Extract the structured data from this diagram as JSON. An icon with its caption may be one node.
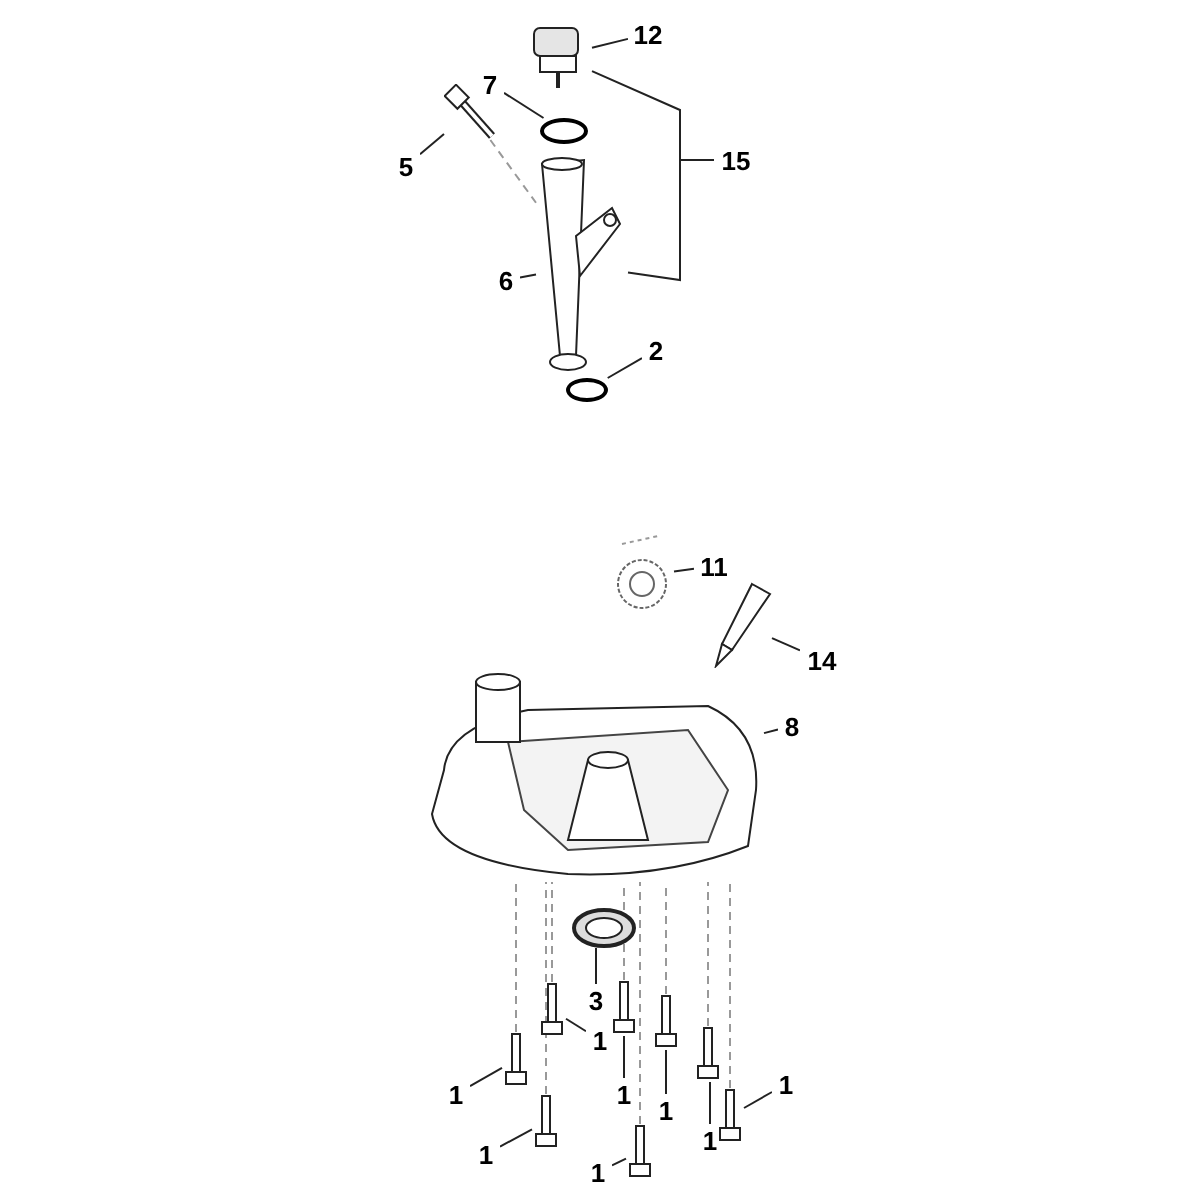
{
  "diagram": {
    "nodes": [
      {
        "text": [
          "12"
        ]
      },
      {
        "text": [],
        "shape": "picture"
      },
      {
        "text": [
          "7"
        ]
      },
      {
        "text": [],
        "shape": "circle"
      },
      {
        "text": [
          "5"
        ]
      },
      {
        "text": [],
        "shape": "picture"
      },
      {
        "text": [
          "15"
        ]
      },
      {
        "text": [
          "6"
        ]
      },
      {
        "text": [],
        "shape": "picture"
      },
      {
        "text": [
          "2"
        ]
      },
      {
        "text": [],
        "shape": "circle"
      },
      {
        "text": [
          "11"
        ]
      },
      {
        "text": [],
        "shape": "picture"
      },
      {
        "text": [
          "14"
        ]
      },
      {
        "text": [],
        "shape": "picture"
      },
      {
        "text": [
          "8"
        ]
      },
      {
        "text": [],
        "shape": "picture"
      },
      {
        "text": [
          "3"
        ]
      },
      {
        "text": [],
        "shape": "picture"
      },
      {
        "text": [
          "1"
        ]
      },
      {
        "text": [],
        "shape": "picture"
      },
      {
        "text": [
          "1"
        ]
      },
      {
        "text": [],
        "shape": "picture"
      },
      {
        "text": [
          "1"
        ]
      },
      {
        "text": [],
        "shape": "picture"
      },
      {
        "text": [
          "1"
        ]
      },
      {
        "text": [],
        "shape": "picture"
      },
      {
        "text": [
          "1"
        ]
      },
      {
        "text": [],
        "shape": "picture"
      },
      {
        "text": [
          "1"
        ]
      },
      {
        "text": [],
        "shape": "picture"
      },
      {
        "text": [
          "1"
        ]
      },
      {
        "text": [],
        "shape": "picture"
      },
      {
        "text": [
          "1"
        ]
      },
      {
        "text": [],
        "shape": "picture"
      }
    ],
    "edges": [
      {
        "from": 0,
        "to": 1,
        "arrow": "none"
      },
      {
        "from": 2,
        "to": 3,
        "arrow": "none"
      },
      {
        "from": 4,
        "to": 5,
        "arrow": "none"
      },
      {
        "from": 6,
        "to": 1,
        "arrow": "none"
      },
      {
        "from": 6,
        "to": 8,
        "arrow": "none"
      },
      {
        "from": 7,
        "to": 8,
        "arrow": "none"
      },
      {
        "from": 9,
        "to": 10,
        "arrow": "none"
      },
      {
        "from": 11,
        "to": 12,
        "arrow": "none"
      },
      {
        "from": 13,
        "to": 14,
        "arrow": "none"
      },
      {
        "from": 15,
        "to": 16,
        "arrow": "none"
      },
      {
        "from": 17,
        "to": 18,
        "arrow": "none"
      },
      {
        "from": 19,
        "to": 20,
        "arrow": "none"
      },
      {
        "from": 21,
        "to": 22,
        "arrow": "none"
      },
      {
        "from": 23,
        "to": 24,
        "arrow": "none"
      },
      {
        "from": 25,
        "to": 26,
        "arrow": "none"
      },
      {
        "from": 27,
        "to": 28,
        "arrow": "none"
      },
      {
        "from": 29,
        "to": 30,
        "arrow": "none"
      },
      {
        "from": 31,
        "to": 32,
        "arrow": "none"
      },
      {
        "from": 33,
        "to": 34,
        "arrow": "none"
      },
      {
        "from": 5,
        "to": 8,
        "arrow": "none",
        "style": "dashed",
        "color": "#999999"
      },
      {
        "from": 20,
        "to": 16,
        "arrow": "none",
        "style": "dashed",
        "color": "#999999"
      },
      {
        "from": 22,
        "to": 16,
        "arrow": "none",
        "style": "dashed",
        "color": "#999999"
      },
      {
        "from": 24,
        "to": 16,
        "arrow": "none",
        "style": "dashed",
        "color": "#999999"
      },
      {
        "from": 26,
        "to": 16,
        "arrow": "none",
        "style": "dashed",
        "color": "#999999"
      },
      {
        "from": 28,
        "to": 16,
        "arrow": "none",
        "style": "dashed",
        "color": "#999999"
      },
      {
        "from": 30,
        "to": 16,
        "arrow": "none",
        "style": "dashed",
        "color": "#999999"
      },
      {
        "from": 32,
        "to": 16,
        "arrow": "none",
        "style": "dashed",
        "color": "#999999"
      },
      {
        "from": 34,
        "to": 16,
        "arrow": "none",
        "style": "dashed",
        "color": "#999999"
      }
    ]
  }
}
